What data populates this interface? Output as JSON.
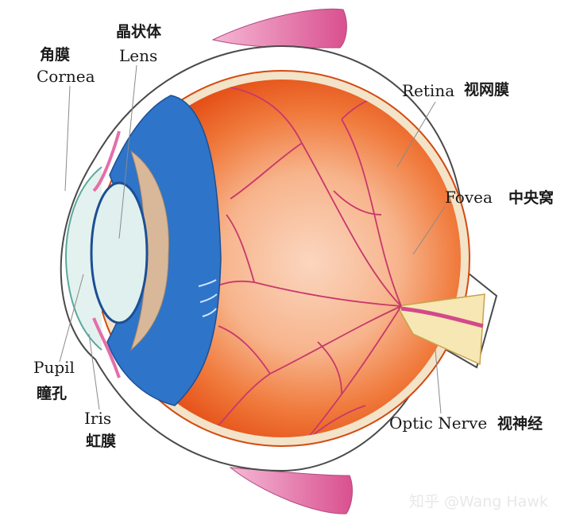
{
  "labels": {
    "lens": {
      "zh": "晶状体",
      "en": "Lens"
    },
    "cornea": {
      "zh": "角膜",
      "en": "Cornea"
    },
    "retina": {
      "en": "Retina",
      "zh": "视网膜"
    },
    "fovea": {
      "en": "Fovea",
      "zh": "中央窝"
    },
    "pupil": {
      "en": "Pupil",
      "zh": "瞳孔"
    },
    "iris": {
      "en": "Iris",
      "zh": "虹膜"
    },
    "optic_nerve": {
      "en": "Optic Nerve",
      "zh": "视神经"
    }
  },
  "watermark": "知乎 @Wang Hawk",
  "colors": {
    "retina_core": "#f7c3a5",
    "retina_edge": "#e8551b",
    "iris_blue": "#2e74c8",
    "vessel": "#c8386b",
    "muscle_pink": "#e46fa8",
    "sclera_outline": "#555555",
    "lens_fill": "#dff0ee",
    "ciliary_tan": "#d9b89a",
    "nerve_yellow": "#f6e7b4"
  }
}
